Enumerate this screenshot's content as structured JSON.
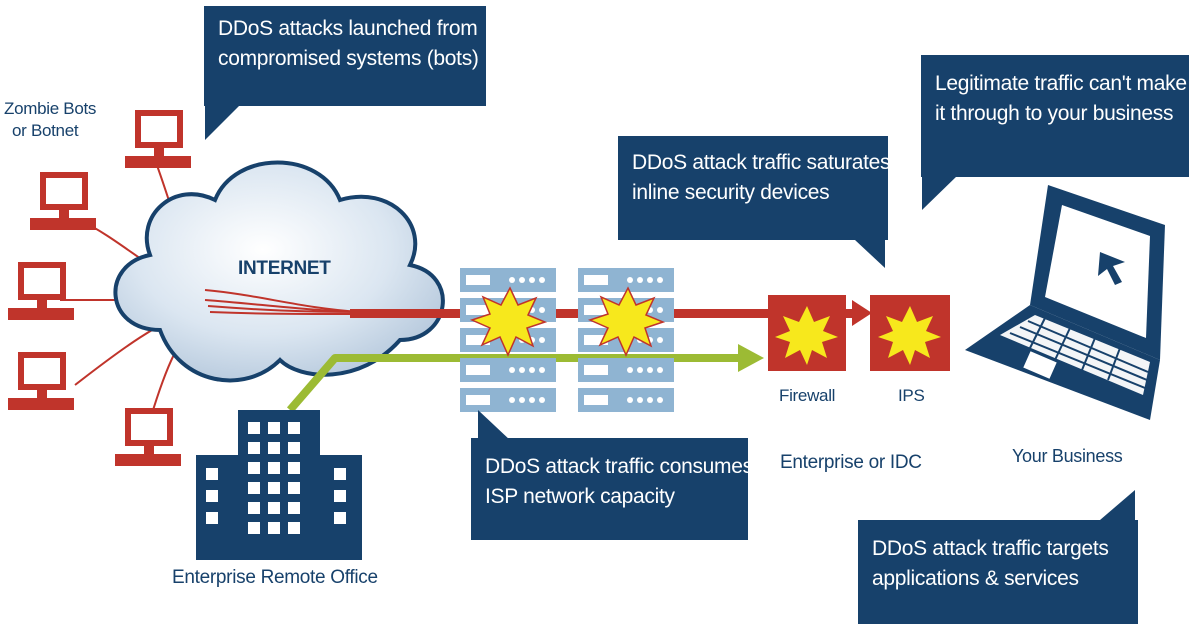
{
  "callouts": {
    "bots": [
      "DDoS attacks launched from",
      "compromised systems (bots)"
    ],
    "legit": [
      "Legitimate traffic can't make",
      "it through to your business"
    ],
    "saturates": [
      "DDoS attack traffic saturates",
      "inline security devices"
    ],
    "isp": [
      "DDoS attack traffic consumes",
      "ISP network capacity"
    ],
    "targets": [
      "DDoS attack traffic targets",
      "applications & services"
    ]
  },
  "labels": {
    "zombie": [
      "Zombie Bots",
      "or Botnet"
    ],
    "internet": "INTERNET",
    "remote_office": "Enterprise Remote Office",
    "firewall": "Firewall",
    "ips": "IPS",
    "idc": "Enterprise or IDC",
    "business": "Your Business"
  },
  "colors": {
    "navy": "#17416b",
    "attack_red": "#c0342b",
    "legit_green": "#9cbb34",
    "server_blue": "#8fb4d2",
    "burst_yellow": "#f7e81c"
  },
  "icons": [
    "bot-computer-icon",
    "cloud-icon",
    "office-building-icon",
    "server-rack-icon",
    "explosion-icon",
    "firewall-icon",
    "ips-icon",
    "laptop-icon",
    "cursor-arrow-icon"
  ]
}
